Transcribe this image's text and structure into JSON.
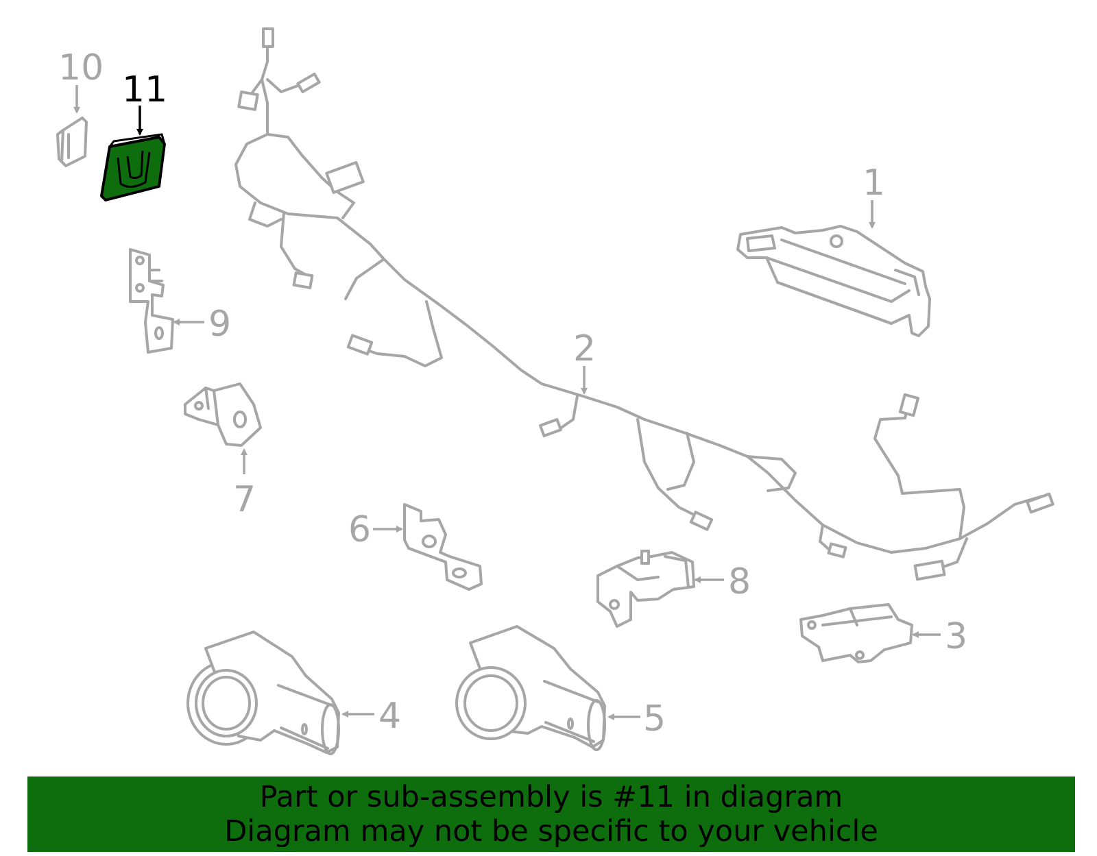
{
  "diagram": {
    "highlight_color": "#0e6e0e",
    "part_color": "#a6a6a6",
    "selected_part": "11",
    "callouts": [
      {
        "id": "1",
        "label": "1"
      },
      {
        "id": "2",
        "label": "2"
      },
      {
        "id": "3",
        "label": "3"
      },
      {
        "id": "4",
        "label": "4"
      },
      {
        "id": "5",
        "label": "5"
      },
      {
        "id": "6",
        "label": "6"
      },
      {
        "id": "7",
        "label": "7"
      },
      {
        "id": "8",
        "label": "8"
      },
      {
        "id": "9",
        "label": "9"
      },
      {
        "id": "10",
        "label": "10"
      },
      {
        "id": "11",
        "label": "11"
      }
    ]
  },
  "banner": {
    "line1": "Part or sub-assembly is #11 in diagram",
    "line2": "Diagram may not be specific to your vehicle"
  }
}
